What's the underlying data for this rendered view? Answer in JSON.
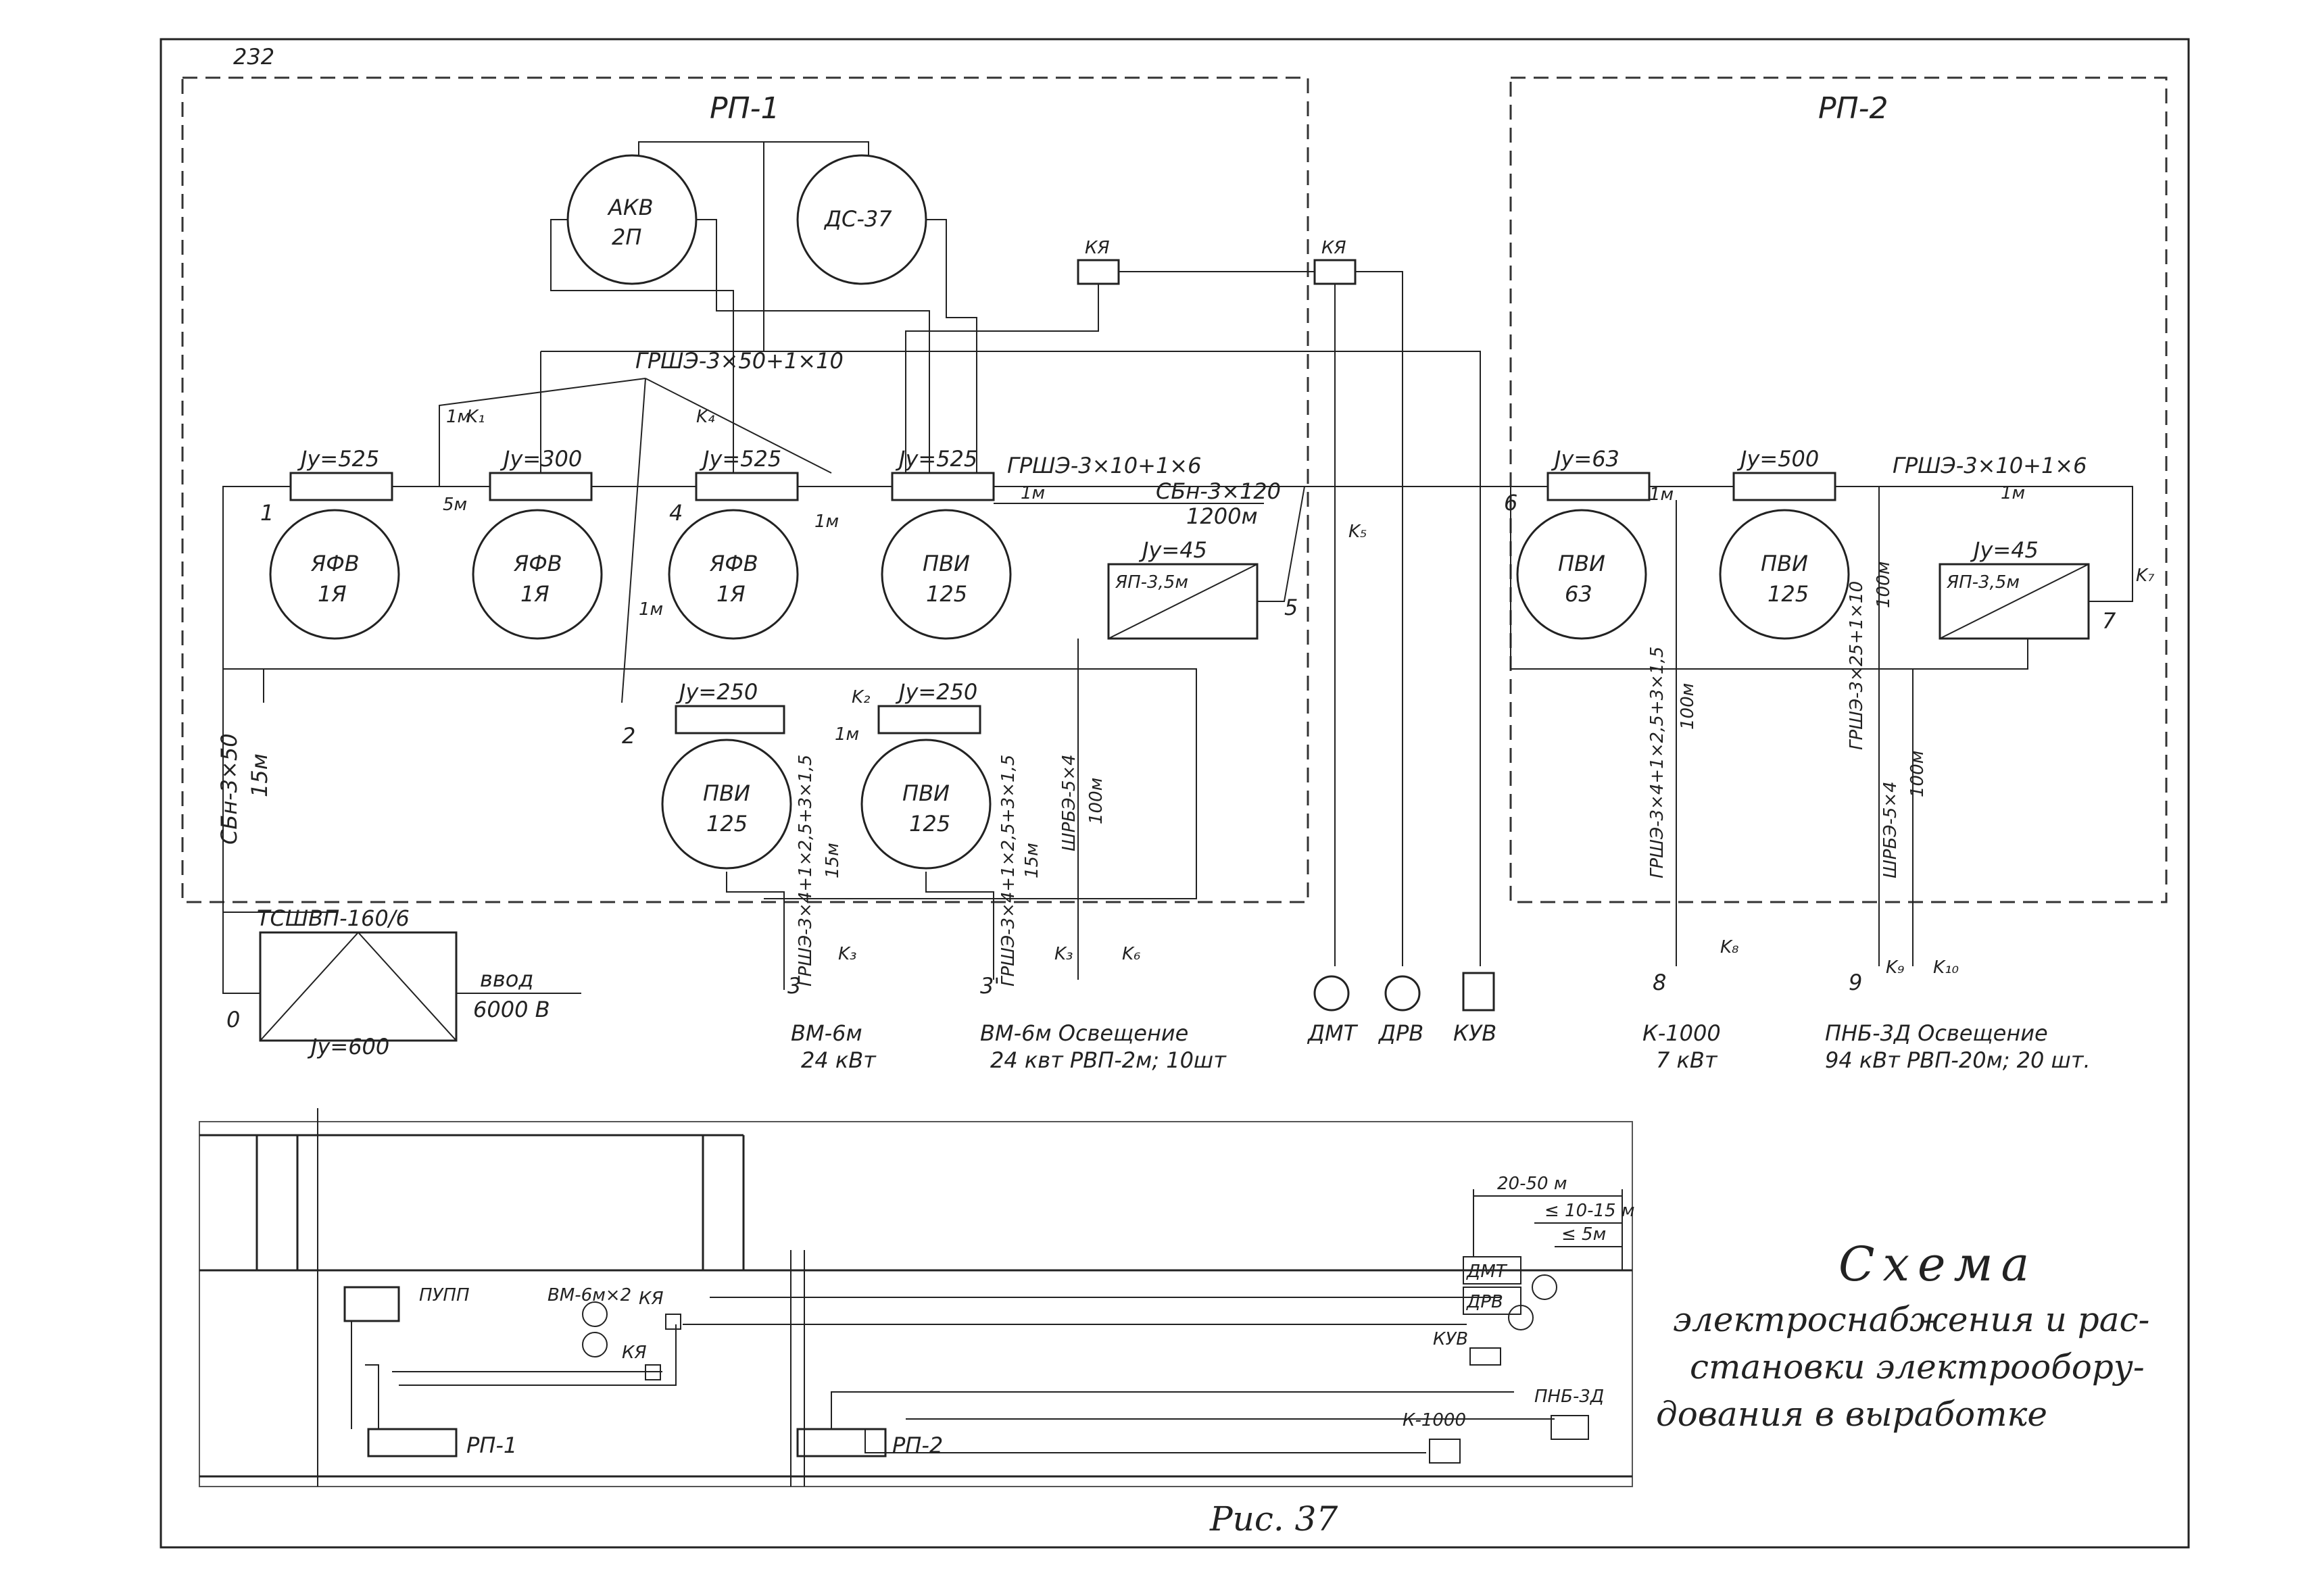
{
  "page_number": "232",
  "title": "Схема",
  "caption_lines": [
    "электроснабжения и рас-",
    "становки электрообору-",
    "дования в выработке"
  ],
  "figure_label": "Рис. 37",
  "panels": {
    "rp1": "РП-1",
    "rp2": "РП-2"
  },
  "top_machines": {
    "akv_a": "АКВ",
    "akv_b": "2П",
    "ds": "ДС-37"
  },
  "ky": "КЯ",
  "main_cable": "ГРШЭ-3×50+1×10",
  "motors_rp1": [
    {
      "a": "ЯФВ",
      "b": "1Я",
      "iy": "Jу=525",
      "pt": "1"
    },
    {
      "a": "ЯФВ",
      "b": "1Я",
      "iy": "Jу=300",
      "pt": ""
    },
    {
      "a": "ЯФВ",
      "b": "1Я",
      "iy": "Jу=525",
      "pt": "4"
    },
    {
      "a": "ПВИ",
      "b": "125",
      "iy": "Jу=525",
      "pt": ""
    }
  ],
  "motors_low": [
    {
      "a": "ПВИ",
      "b": "125",
      "iy": "Jу=250"
    },
    {
      "a": "ПВИ",
      "b": "125",
      "iy": "Jу=250"
    }
  ],
  "yap1": {
    "iy": "Jу=45",
    "label": "ЯП-3,5м"
  },
  "motors_rp2": [
    {
      "a": "ПВИ",
      "b": "63",
      "iy": "Jу=63"
    },
    {
      "a": "ПВИ",
      "b": "125",
      "iy": "Jу=500"
    }
  ],
  "yap2": {
    "iy": "Jу=45",
    "label": "ЯП-3,5м"
  },
  "labels": {
    "k1": "K₁",
    "k2": "K₂",
    "k3": "K₃",
    "k3b": "K₃",
    "k4": "K₄",
    "k5": "K₅",
    "k6": "K₆",
    "k7": "K₇",
    "k8": "K₈",
    "k9": "K₉",
    "k10": "K₁₀",
    "m1": "1м",
    "m5": "5м",
    "m1b": "1м",
    "m1c": "1м",
    "m1d": "1м",
    "m1e": "1м",
    "m1f": "1м",
    "grsh2": "ГРШЭ-3×10+1×6",
    "sbn": "СБн-3×120",
    "sbn_len": "1200м",
    "grsh3": "ГРШЭ-3×10+1×6",
    "grsh3_len": "1м",
    "sbn_feed": "СБн-3×50",
    "sbn_feed_len": "15м",
    "c1": "ГРШЭ-3×4+1×2,5+3×1,5",
    "c1_len": "15м",
    "c2": "ГРШЭ-3×4+1×2,5+3×1,5",
    "c2_len": "15м",
    "shrbe": "ШРБЭ-5×4",
    "shrbe_len": "100м",
    "c3": "ГРШЭ-3×4+1×2,5+3×1,5",
    "c3_len": "100м",
    "c4": "ГРШЭ-3×25+1×10",
    "c4_len": "100м",
    "shrbe2": "ШРБЭ-5×4",
    "shrbe2_len": "100м",
    "p2": "2",
    "p3": "3",
    "p3b": "3'",
    "p5": "5",
    "p6": "6",
    "p7": "7",
    "p8": "8",
    "p9": "9",
    "p0": "0"
  },
  "transformer": {
    "name": "ТСШВП-160/6",
    "iy": "Jу=600",
    "vvod": "ввод",
    "voltage": "6000 В"
  },
  "loads": [
    {
      "a": "ВМ-6м",
      "b": "24 кВт"
    },
    {
      "a": "ВМ-6м Освещение",
      "b": "24 квт РВП-2м; 10шт"
    },
    {
      "a": "ДМТ",
      "b": ""
    },
    {
      "a": "ДРВ",
      "b": ""
    },
    {
      "a": "КУВ",
      "b": ""
    },
    {
      "a": "К-1000",
      "b": "7 кВт"
    },
    {
      "a": "ПНБ-3Д Освещение",
      "b": "94 кВт РВП-20м; 20 шт."
    }
  ],
  "plan": {
    "dim1": "20-50 м",
    "dim2": "≤ 10-15 м",
    "dim3": "≤ 5м",
    "dmt": "ДМТ",
    "drv": "ДРВ",
    "kuv": "КУВ",
    "pupp": "ПУПП",
    "vm": "ВМ-6м×2",
    "ky1": "КЯ",
    "ky2": "КЯ",
    "rp1": "РП-1",
    "rp2": "РП-2",
    "k1000": "К-1000",
    "pnb": "ПНБ-3Д"
  }
}
